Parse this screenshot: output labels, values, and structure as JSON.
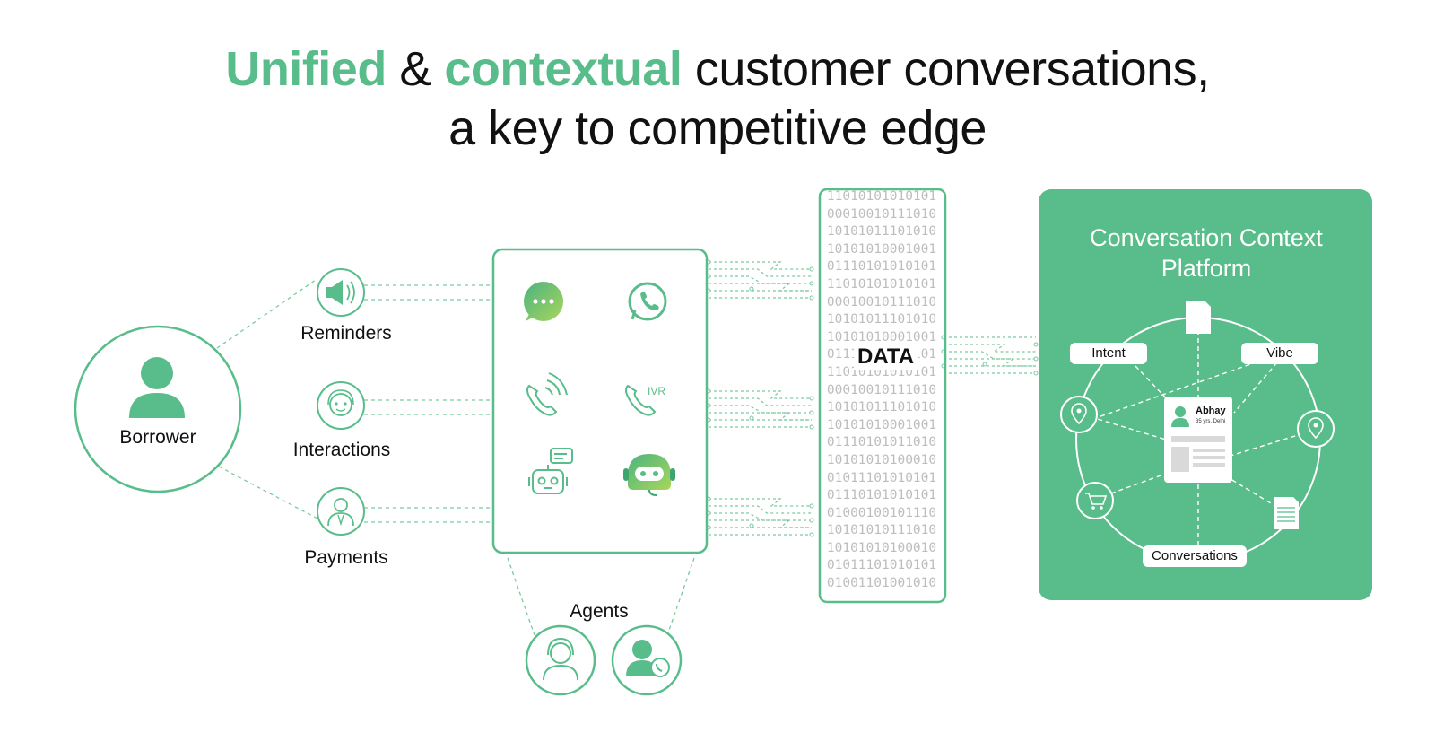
{
  "title": {
    "line1_word1": "Unified",
    "line1_amp": " & ",
    "line1_word2": "contextual",
    "line1_rest": " customer conversations,",
    "line2": "a key to competitive edge"
  },
  "borrower": {
    "label": "Borrower"
  },
  "channels": [
    {
      "label": "Reminders",
      "icon": "megaphone-icon"
    },
    {
      "label": "Interactions",
      "icon": "bot-face-icon"
    },
    {
      "label": "Payments",
      "icon": "agent-person-icon"
    }
  ],
  "hub_icons": [
    "chat-bubble-icon",
    "whatsapp-icon",
    "phone-call-icon",
    "ivr-phone-icon",
    "chatbot-icon",
    "support-robot-icon"
  ],
  "ivr_text": "IVR",
  "agents": {
    "label": "Agents",
    "icons": [
      "headset-agent-icon",
      "phone-agent-icon"
    ]
  },
  "data_block": {
    "label": "DATA",
    "rows": [
      "11010101010101",
      "00010010111010",
      "10101011101010",
      "10101010001001",
      "01110101010101",
      "11010101010101",
      "00010010111010",
      "10101011101010",
      "10101010001001",
      "01110101010101",
      "11010101010101",
      "00010010111010",
      "10101011101010",
      "10101010001001",
      "01110101011010",
      "10101010100010",
      "01011101010101",
      "01110101010101",
      "01000100101110",
      "10101010111010",
      "10101010100010",
      "01011101010101",
      "01001101001010"
    ]
  },
  "platform": {
    "title_line1": "Conversation Context",
    "title_line2": "Platform",
    "tags": {
      "intent": "Intent",
      "vibe": "Vibe",
      "conversations": "Conversations"
    },
    "profile": {
      "name": "Abhay",
      "sub": "35 yrs, Delhi"
    }
  },
  "colors": {
    "accent": "#58bd8a",
    "dark_accent": "#3fa56f",
    "text": "#111111"
  }
}
